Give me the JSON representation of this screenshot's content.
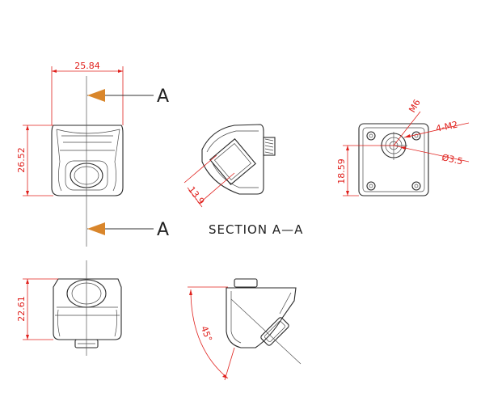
{
  "drawing": {
    "dims": {
      "width_top": "25.84",
      "height_left": "26.52",
      "section_wall": "13.9",
      "thread": "M6",
      "screws": "4-M2",
      "hole_dia": "Ø3.5",
      "height_back": "18.59",
      "height_bottom": "22.61",
      "angle": "45°"
    },
    "labels": {
      "cut_a_top": "A",
      "cut_a_bottom": "A",
      "section": "SECTION A—A"
    },
    "colors": {
      "dimension": "#e0201c",
      "arrow": "#d9862b",
      "line": "#2a2a2a"
    }
  }
}
